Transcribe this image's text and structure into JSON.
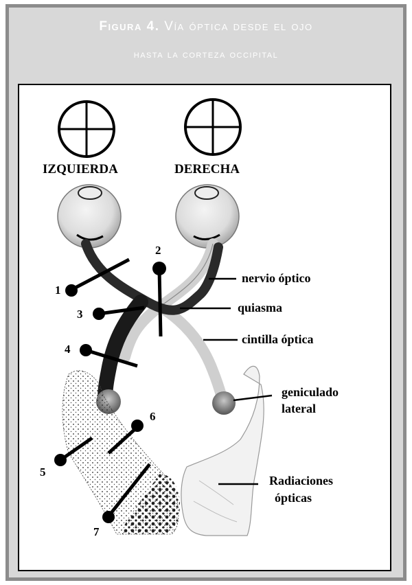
{
  "caption": {
    "figure_word": "Figura",
    "figure_number": "4.",
    "title_line1": "Vía óptica desde el ojo",
    "title_line2": "hasta la corteza occipital"
  },
  "diagram": {
    "side_labels": {
      "left": "IZQUIERDA",
      "right": "DERECHA"
    },
    "structure_labels": {
      "optic_nerve": "nervio óptico",
      "chiasm": "quiasma",
      "optic_tract": "cintilla óptica",
      "lgn_line1": "geniculado",
      "lgn_line2": "lateral",
      "radiations_line1": "Radiaciones",
      "radiations_line2": "ópticas"
    },
    "lesion_numbers": [
      "1",
      "2",
      "3",
      "4",
      "5",
      "6",
      "7"
    ]
  },
  "colors": {
    "frame_fill": "#d8d8d8",
    "frame_border": "#8c8c8c",
    "caption_text": "#ffffff",
    "ink": "#000000"
  }
}
